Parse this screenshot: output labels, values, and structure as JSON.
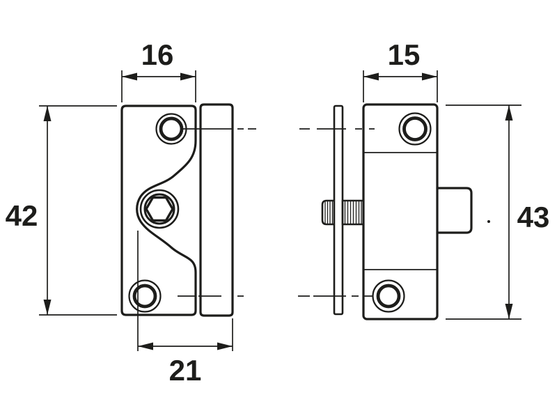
{
  "drawing": {
    "colors": {
      "line": "#1d1d1b",
      "background": "#ffffff"
    },
    "dimensions": {
      "front_width": "16",
      "front_height": "42",
      "front_base_width": "21",
      "side_width": "15",
      "side_height": "43"
    }
  }
}
